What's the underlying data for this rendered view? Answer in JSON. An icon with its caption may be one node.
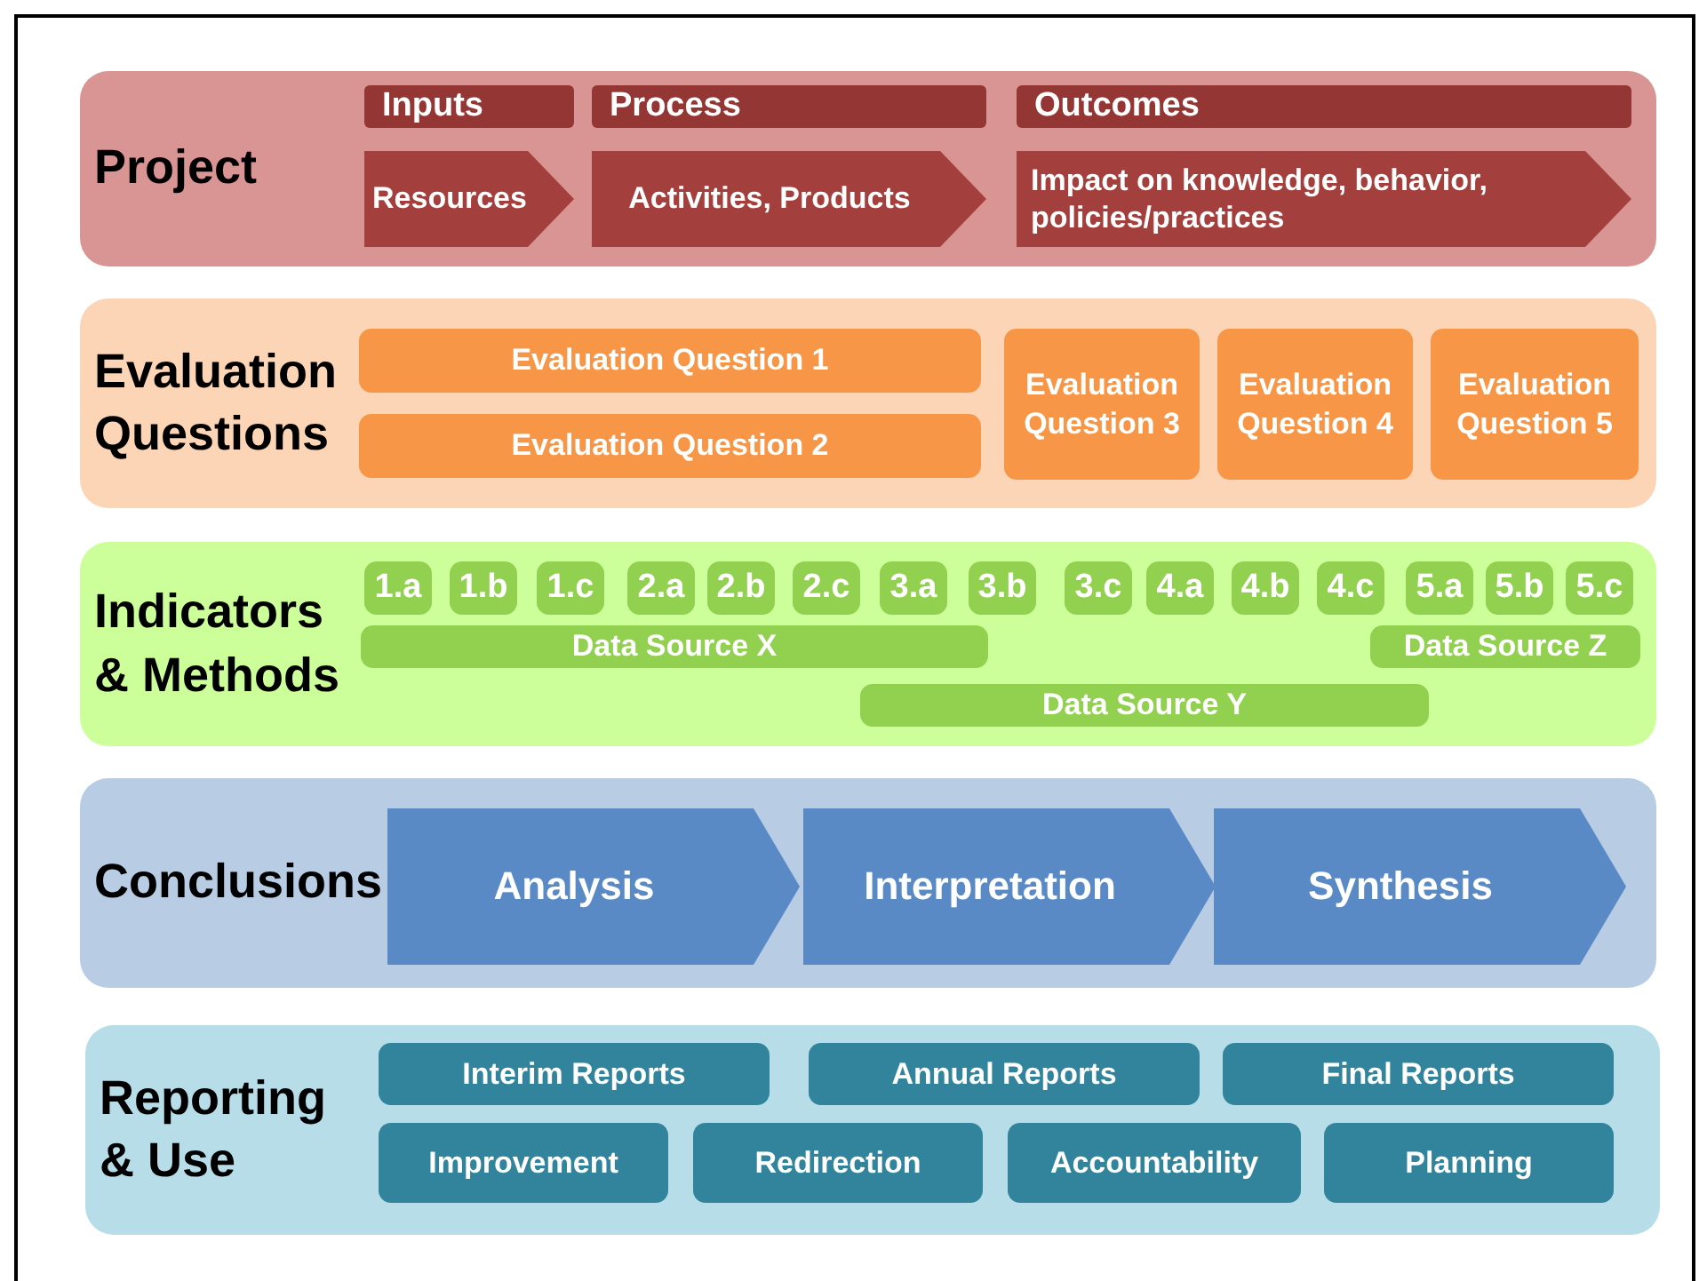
{
  "diagram": {
    "nodes": [
      {
        "text": [
          "Project"
        ]
      },
      {
        "text": [
          "Inputs"
        ],
        "in": 0
      },
      {
        "text": [
          "Process"
        ],
        "in": 0
      },
      {
        "text": [
          "Outcomes"
        ],
        "in": 0
      },
      {
        "text": [
          "Resources"
        ],
        "in": 0
      },
      {
        "text": [
          "Activities, Products"
        ],
        "in": 0
      },
      {
        "text": [
          "Impact on knowledge, behavior, policies/practices"
        ],
        "in": 0
      },
      {
        "text": [
          "Evaluation Questions"
        ]
      },
      {
        "text": [
          "Evaluation Question 1"
        ],
        "in": 7
      },
      {
        "text": [
          "Evaluation Question 2"
        ],
        "in": 7
      },
      {
        "text": [
          "Evaluation Question 3"
        ],
        "in": 7
      },
      {
        "text": [
          "Evaluation Question 4"
        ],
        "in": 7
      },
      {
        "text": [
          "Evaluation Question 5"
        ],
        "in": 7
      },
      {
        "text": [
          "Indicators & Methods"
        ]
      },
      {
        "text": [
          "1.a"
        ],
        "in": 13
      },
      {
        "text": [
          "1.b"
        ],
        "in": 13
      },
      {
        "text": [
          "1.c"
        ],
        "in": 13
      },
      {
        "text": [
          "2.a"
        ],
        "in": 13
      },
      {
        "text": [
          "2.b"
        ],
        "in": 13
      },
      {
        "text": [
          "2.c"
        ],
        "in": 13
      },
      {
        "text": [
          "3.a"
        ],
        "in": 13
      },
      {
        "text": [
          "3.b"
        ],
        "in": 13
      },
      {
        "text": [
          "3.c"
        ],
        "in": 13
      },
      {
        "text": [
          "4.a"
        ],
        "in": 13
      },
      {
        "text": [
          "4.b"
        ],
        "in": 13
      },
      {
        "text": [
          "4.c"
        ],
        "in": 13
      },
      {
        "text": [
          "5.a"
        ],
        "in": 13
      },
      {
        "text": [
          "5.b"
        ],
        "in": 13
      },
      {
        "text": [
          "5.c"
        ],
        "in": 13
      },
      {
        "text": [
          "Data Source X"
        ],
        "in": 13
      },
      {
        "text": [
          "Data Source Z"
        ],
        "in": 13
      },
      {
        "text": [
          "Data Source Y"
        ],
        "in": 13
      },
      {
        "text": [
          "Conclusions"
        ]
      },
      {
        "text": [
          "Analysis"
        ],
        "in": 32
      },
      {
        "text": [
          "Interpretation"
        ],
        "in": 32
      },
      {
        "text": [
          "Synthesis"
        ],
        "in": 32
      },
      {
        "text": [
          "Reporting & Use"
        ]
      },
      {
        "text": [
          "Interim Reports"
        ],
        "in": 36
      },
      {
        "text": [
          "Annual Reports"
        ],
        "in": 36
      },
      {
        "text": [
          "Final Reports"
        ],
        "in": 36
      },
      {
        "text": [
          "Improvement"
        ],
        "in": 36
      },
      {
        "text": [
          "Redirection"
        ],
        "in": 36
      },
      {
        "text": [
          "Accountability"
        ],
        "in": 36
      },
      {
        "text": [
          "Planning"
        ],
        "in": 36
      }
    ]
  }
}
